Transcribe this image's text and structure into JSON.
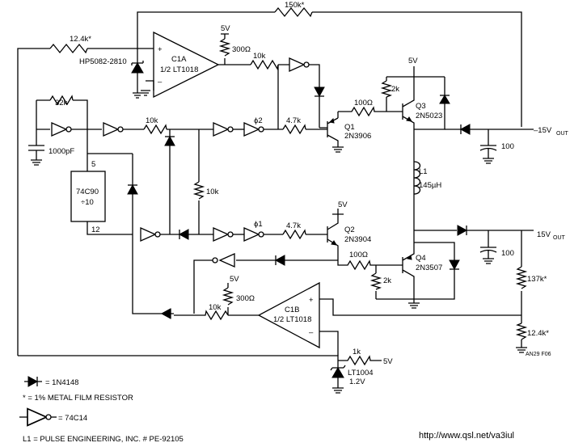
{
  "labels": {
    "r150k": "150k*",
    "r12k4_top": "12.4k*",
    "diode_hp": "HP5082-2810",
    "v5_c1a": "5V",
    "r300_c1a": "300Ω",
    "c1a_name": "C1A",
    "c1a_part": "1/2 LT1018",
    "r10k_c1a": "10k",
    "v5_q3": "5V",
    "r32k": "32k",
    "r100_q3": "100Ω",
    "r2k_q3": "2k",
    "q3_name": "Q3",
    "q3_part": "2N5023",
    "r10k_mid": "10k",
    "phi2": "ϕ2",
    "r4k7_q1": "4.7k",
    "q1_name": "Q1",
    "q1_part": "2N3906",
    "neg_out": "–15V",
    "out_sub": "OUT",
    "cap100_top": "100",
    "cap1000": "1000pF",
    "counter_pin5": "5",
    "counter_name": "74C90",
    "counter_div": "÷10",
    "r10k_right": "10k",
    "l1_name": "L1",
    "l1_value": "145µH",
    "counter_pin12": "12",
    "phi1": "ϕ1",
    "r4k7_q2": "4.7k",
    "v5_q2": "5V",
    "q2_name": "Q2",
    "q2_part": "2N3904",
    "pos_out": "15V",
    "out_sub2": "OUT",
    "cap100_bot": "100",
    "r100_q4": "100Ω",
    "q4_name": "Q4",
    "q4_part": "2N3507",
    "r2k_q4": "2k",
    "r137k": "137k*",
    "v5_c1b": "5V",
    "r300_c1b": "300Ω",
    "c1b_name": "C1B",
    "c1b_part": "1/2 LT1018",
    "r10k_c1b": "10k",
    "r12k4_bot": "12.4k*",
    "an_code": "AN29 F06",
    "r1k": "1k",
    "v5_ref": "5V",
    "lt1004": "LT1004",
    "v1_2": "1.2V",
    "legend_diode": "= 1N4148",
    "legend_metal": "* = 1% METAL FILM RESISTOR",
    "legend_inverter": "= 74C14",
    "legend_l1": "L1 = PULSE ENGINEERING, INC. # PE-92105",
    "url": "http://www.qsl.net/va3iul",
    "plus": "+",
    "minus": "–"
  }
}
